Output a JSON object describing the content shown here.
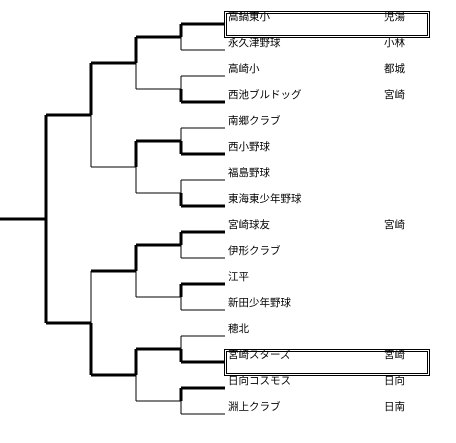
{
  "bracket": {
    "teams": [
      {
        "name": "高鍋東小",
        "region": "児湯",
        "highlighted": true
      },
      {
        "name": "永久津野球",
        "region": "小林",
        "highlighted": false
      },
      {
        "name": "高崎小",
        "region": "都城",
        "highlighted": false
      },
      {
        "name": "西池ブルドッグ",
        "region": "宮崎",
        "highlighted": false
      },
      {
        "name": "南郷クラブ",
        "region": "",
        "highlighted": false
      },
      {
        "name": "西小野球",
        "region": "",
        "highlighted": false
      },
      {
        "name": "福島野球",
        "region": "",
        "highlighted": false
      },
      {
        "name": "東海東少年野球",
        "region": "",
        "highlighted": false
      },
      {
        "name": "宮崎球友",
        "region": "宮崎",
        "highlighted": false
      },
      {
        "name": "伊形クラブ",
        "region": "",
        "highlighted": false
      },
      {
        "name": "江平",
        "region": "",
        "highlighted": false
      },
      {
        "name": "新田少年野球",
        "region": "",
        "highlighted": false
      },
      {
        "name": "穂北",
        "region": "",
        "highlighted": false
      },
      {
        "name": "宮崎スターズ",
        "region": "宮崎",
        "highlighted": true
      },
      {
        "name": "日向コスモス",
        "region": "日向",
        "highlighted": false
      },
      {
        "name": "淵上クラブ",
        "region": "日南",
        "highlighted": false
      }
    ],
    "round1_winners": [
      0,
      3,
      5,
      7,
      8,
      10,
      13,
      14
    ],
    "round2_winners": [
      0,
      5,
      8,
      13
    ],
    "round3_winners": [
      0,
      13
    ]
  }
}
